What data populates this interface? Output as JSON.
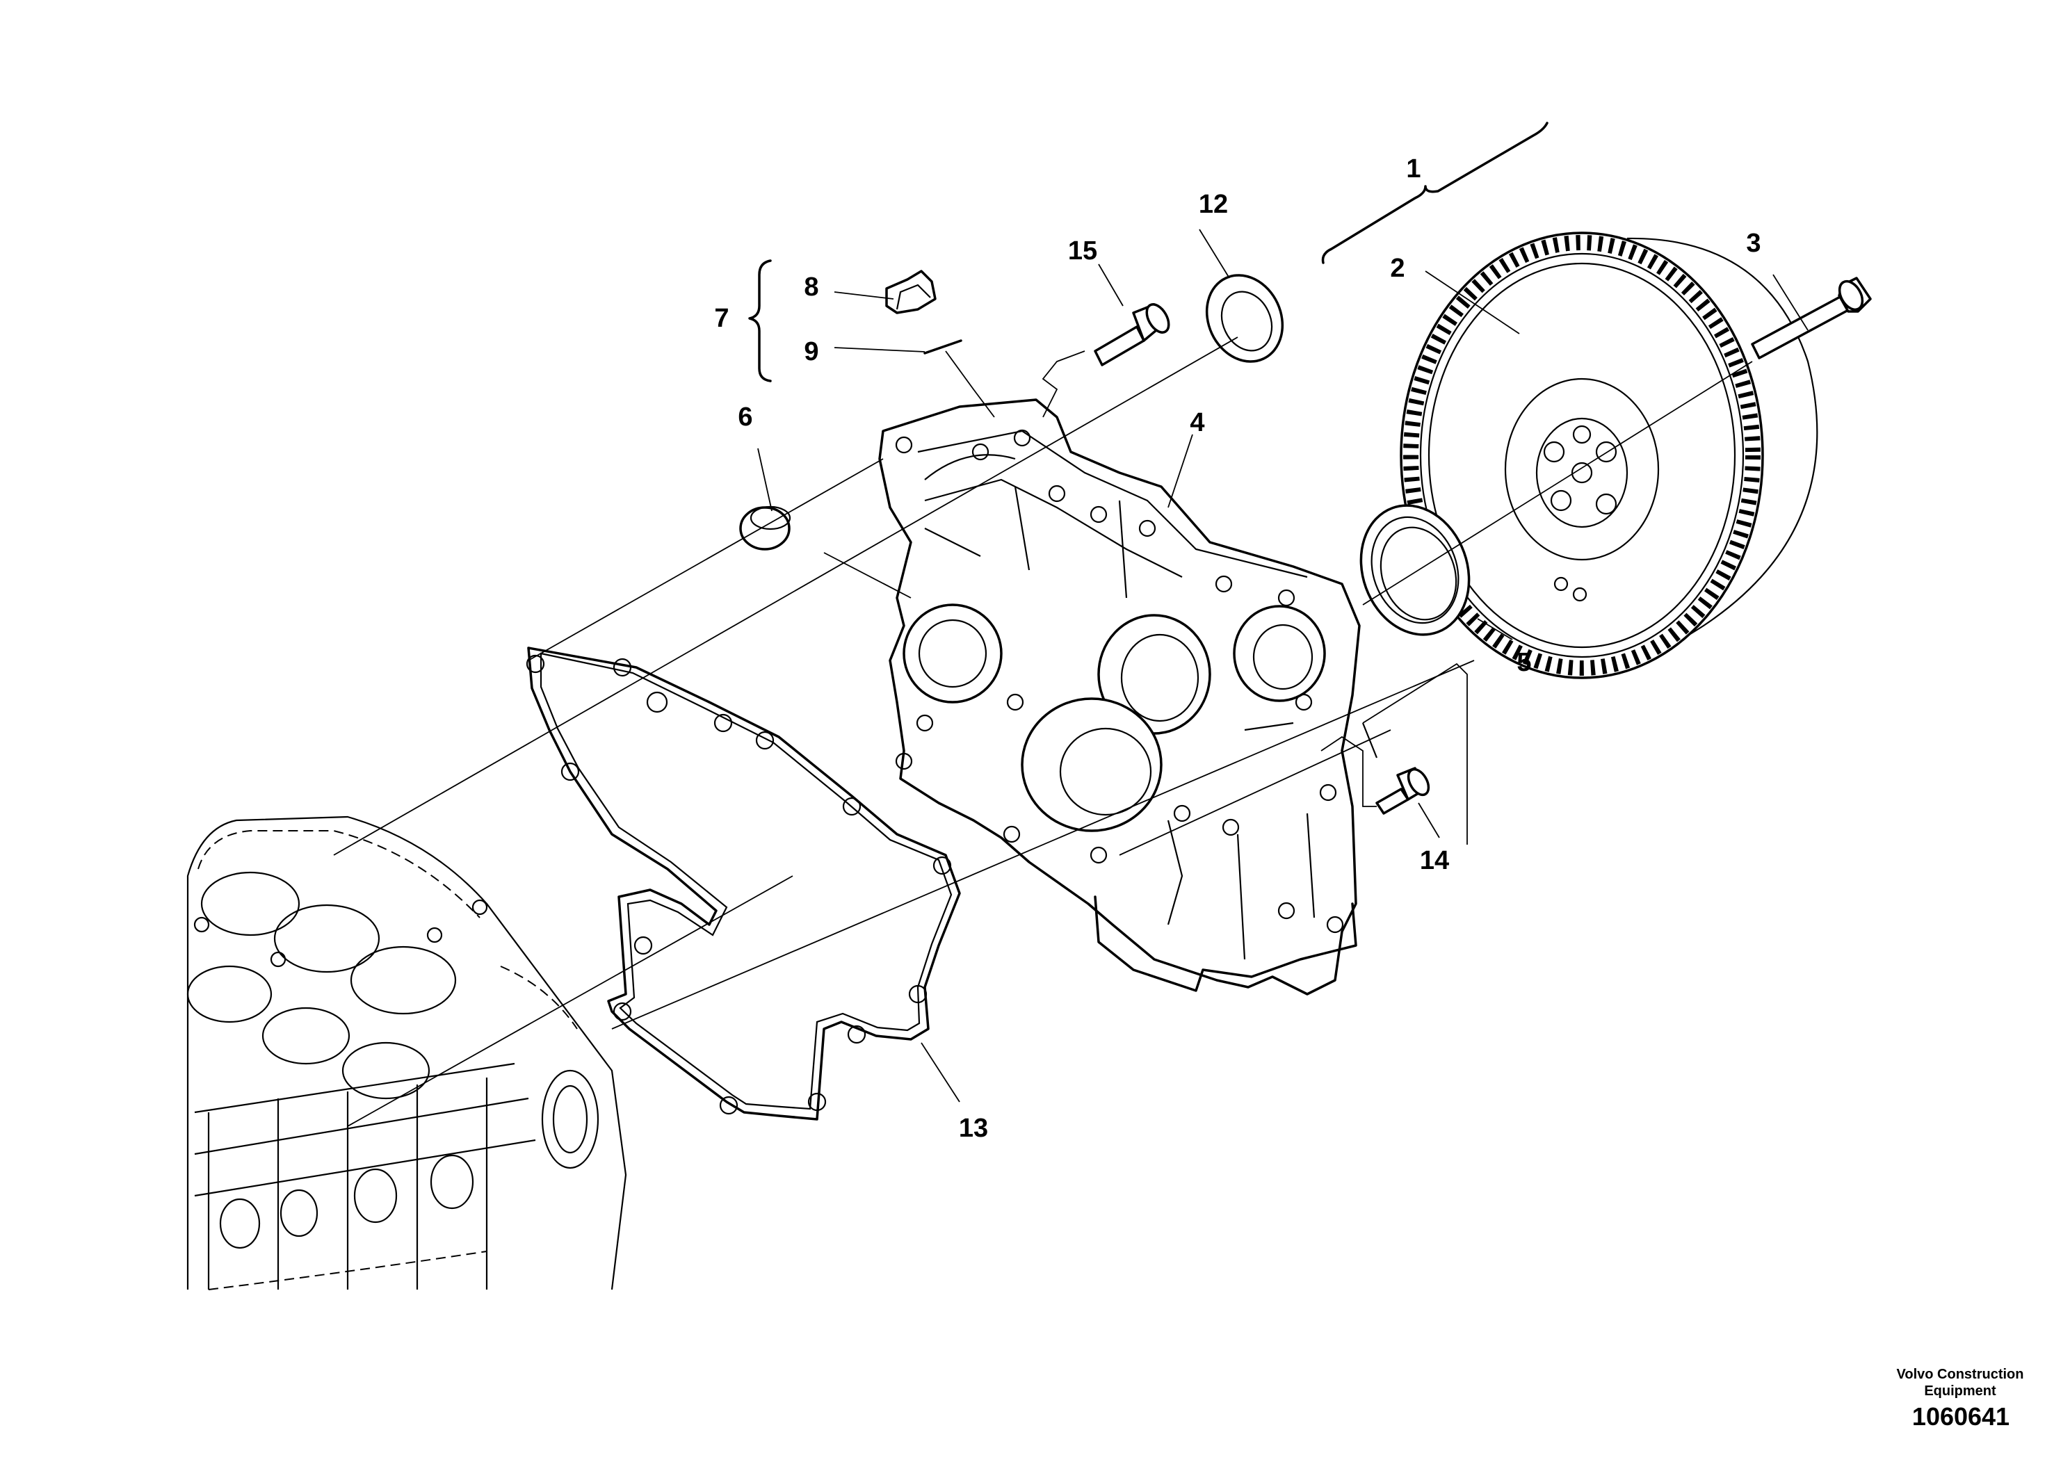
{
  "callouts": {
    "c1": "1",
    "c2": "2",
    "c3": "3",
    "c4": "4",
    "c5": "5",
    "c6": "6",
    "c7": "7",
    "c8": "8",
    "c9": "9",
    "c12": "12",
    "c13": "13",
    "c14": "14",
    "c15": "15"
  },
  "caption": {
    "line1": "Volvo Construction",
    "line2": "Equipment",
    "number": "1060641"
  }
}
